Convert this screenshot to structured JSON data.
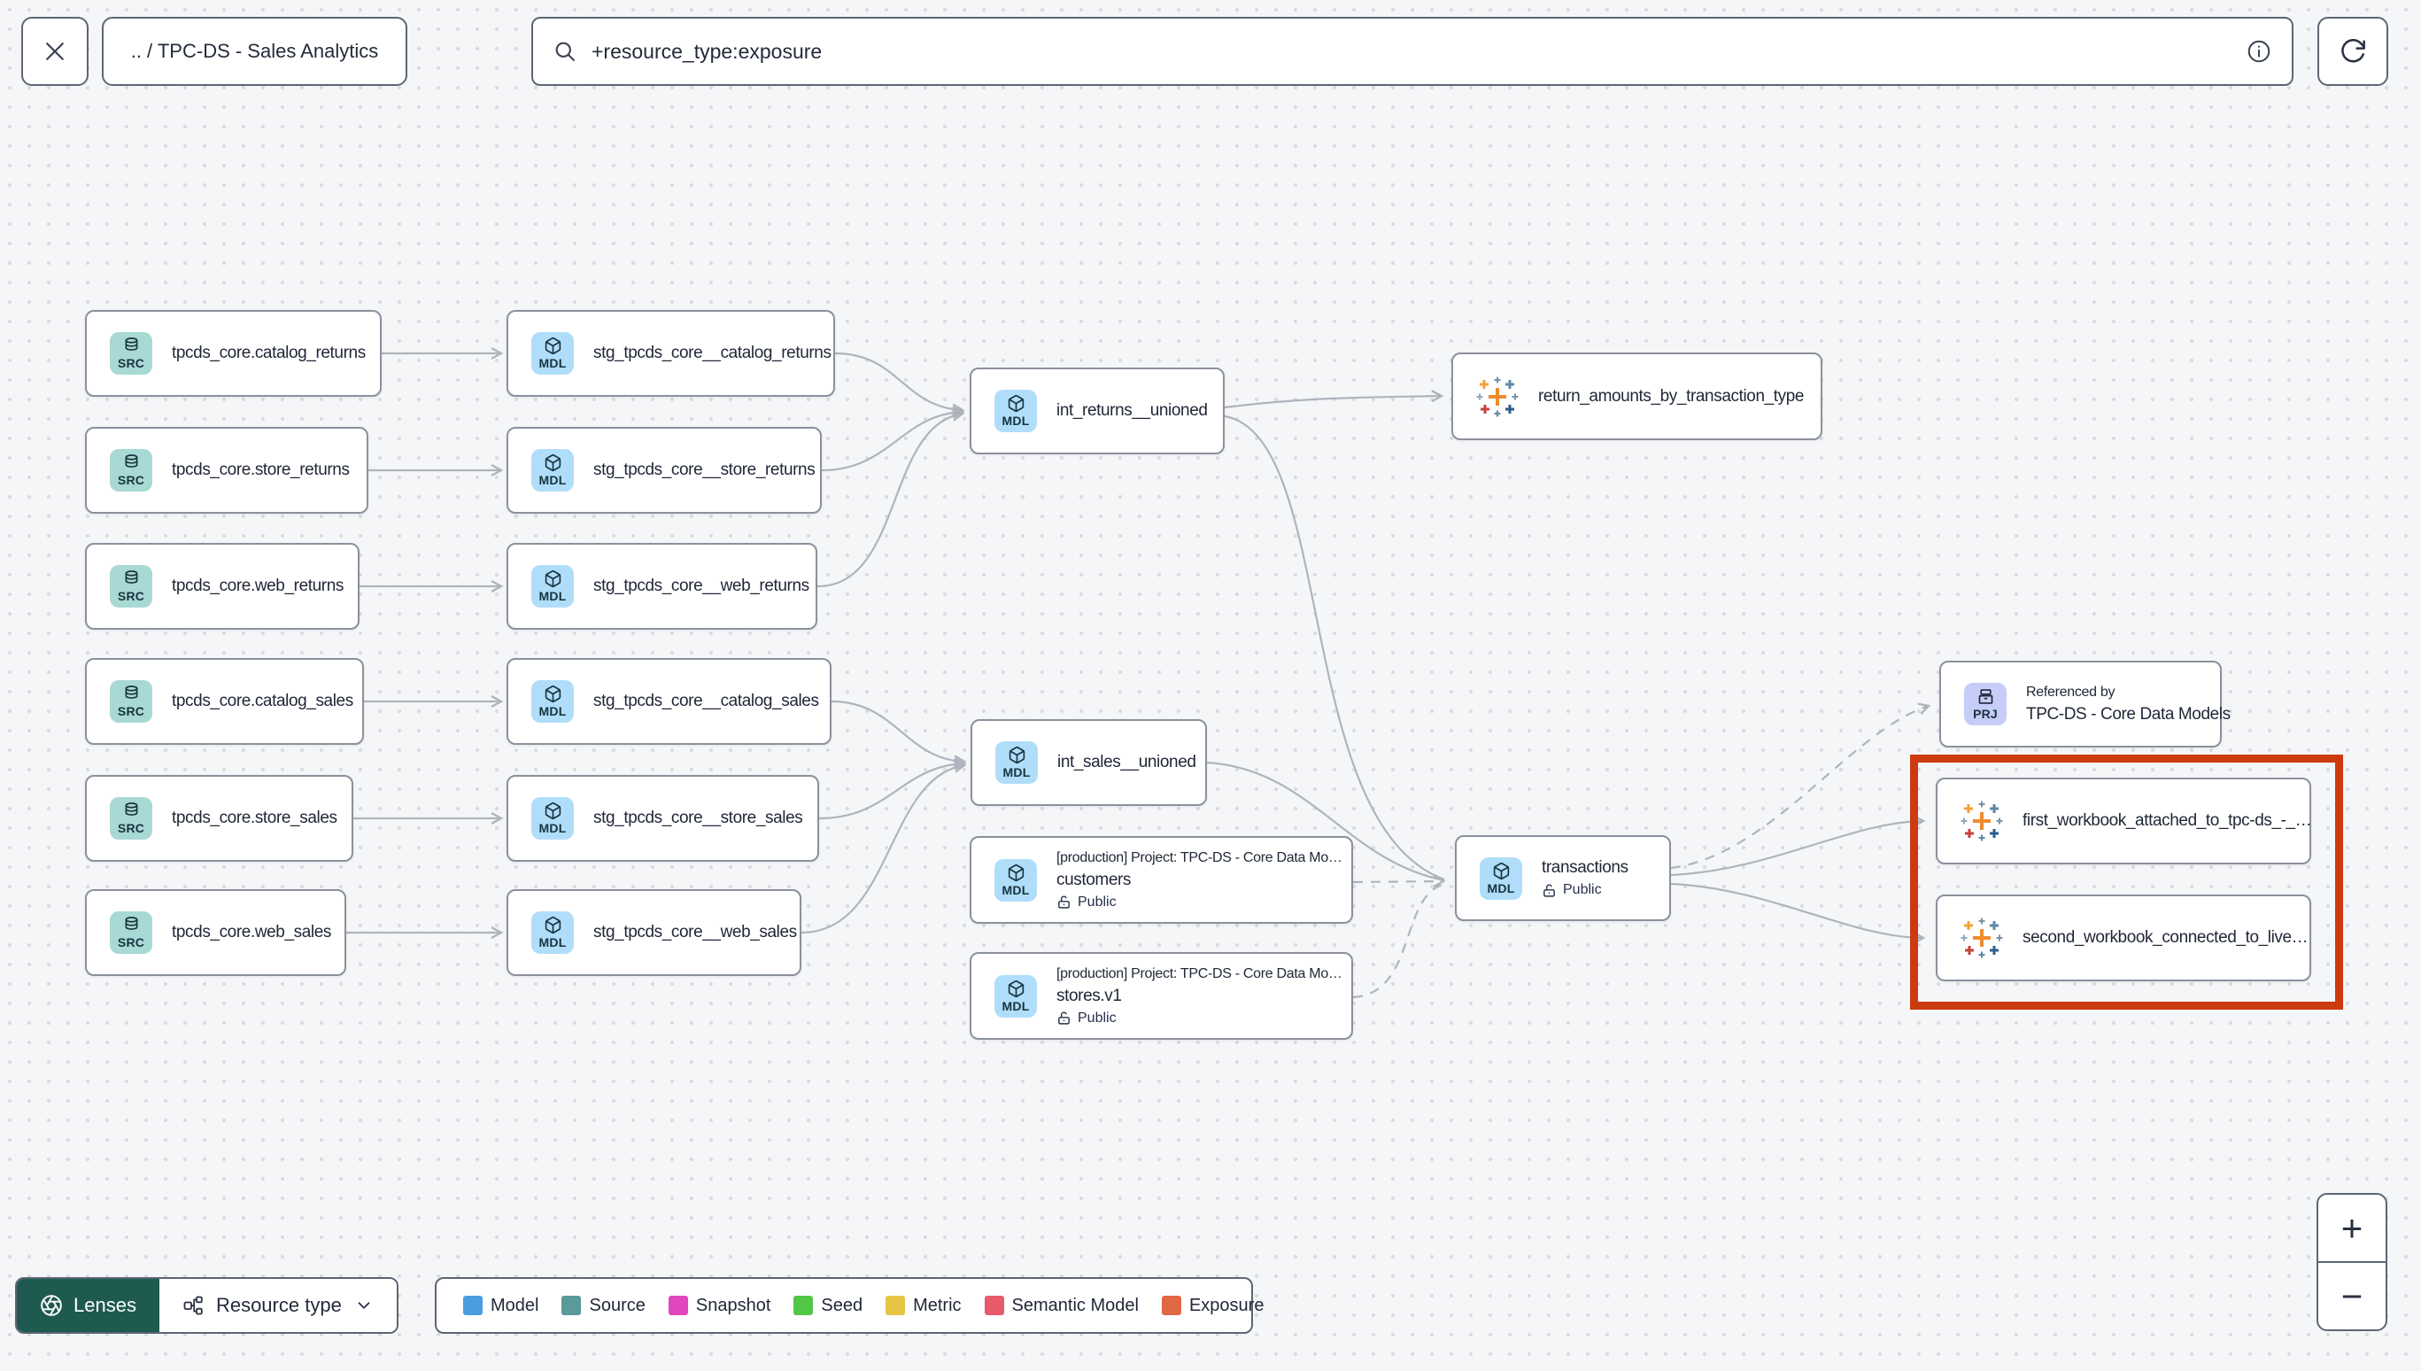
{
  "toolbar": {
    "breadcrumb": ".. / TPC-DS - Sales Analytics",
    "search_value": "+resource_type:exposure"
  },
  "graph": {
    "badges": {
      "source": "SRC",
      "model": "MDL",
      "project": "PRJ"
    },
    "nodes": {
      "src_catalog_returns": {
        "title": "tpcds_core.catalog_returns"
      },
      "src_store_returns": {
        "title": "tpcds_core.store_returns"
      },
      "src_web_returns": {
        "title": "tpcds_core.web_returns"
      },
      "src_catalog_sales": {
        "title": "tpcds_core.catalog_sales"
      },
      "src_store_sales": {
        "title": "tpcds_core.store_sales"
      },
      "src_web_sales": {
        "title": "tpcds_core.web_sales"
      },
      "stg_catalog_returns": {
        "title": "stg_tpcds_core__catalog_returns"
      },
      "stg_store_returns": {
        "title": "stg_tpcds_core__store_returns"
      },
      "stg_web_returns": {
        "title": "stg_tpcds_core__web_returns"
      },
      "stg_catalog_sales": {
        "title": "stg_tpcds_core__catalog_sales"
      },
      "stg_store_sales": {
        "title": "stg_tpcds_core__store_sales"
      },
      "stg_web_sales": {
        "title": "stg_tpcds_core__web_sales"
      },
      "int_returns_unioned": {
        "title": "int_returns__unioned"
      },
      "int_sales_unioned": {
        "title": "int_sales__unioned"
      },
      "customers": {
        "header": "[production] Project: TPC-DS - Core Data Mo…",
        "title": "customers",
        "visibility": "Public"
      },
      "stores_v1": {
        "header": "[production] Project: TPC-DS - Core Data Mo…",
        "title": "stores.v1",
        "visibility": "Public"
      },
      "transactions": {
        "title": "transactions",
        "visibility": "Public"
      },
      "referenced_by": {
        "label": "Referenced by",
        "title": "TPC-DS - Core Data Models"
      },
      "return_amounts_exposure": {
        "title": "return_amounts_by_transaction_type"
      },
      "first_workbook": {
        "title": "first_workbook_attached_to_tpc-ds_-_…"
      },
      "second_workbook": {
        "title": "second_workbook_connected_to_live…"
      }
    }
  },
  "controls": {
    "lenses_label": "Lenses",
    "resource_type_label": "Resource type",
    "zoom_in_label": "+",
    "zoom_out_label": "−"
  },
  "legend": {
    "items": [
      {
        "label": "Model",
        "color": "#4a9ee0"
      },
      {
        "label": "Source",
        "color": "#5a9a98"
      },
      {
        "label": "Snapshot",
        "color": "#e046be"
      },
      {
        "label": "Seed",
        "color": "#52c746"
      },
      {
        "label": "Metric",
        "color": "#e5c544"
      },
      {
        "label": "Semantic Model",
        "color": "#e85a68"
      },
      {
        "label": "Exposure",
        "color": "#e06845"
      }
    ]
  },
  "colors": {
    "highlight_box": "#cc3a10",
    "lenses_bg": "#1f5a50",
    "badge_source_bg": "#a8d9d4",
    "badge_model_bg": "#b0defa",
    "badge_project_bg": "#c6cdf8"
  }
}
